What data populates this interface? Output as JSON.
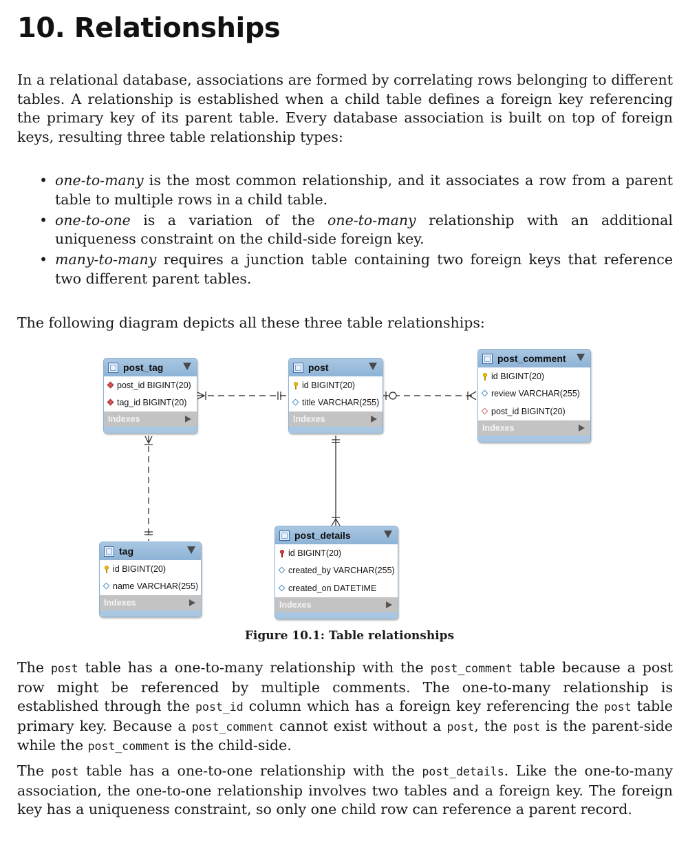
{
  "heading": "10. Relationships",
  "intro": "In a relational database, associations are formed by correlating rows belonging to different tables. A relationship is established when a child table defines a foreign key referencing the primary key of its parent table. Every database association is built on top of foreign keys, resulting three table relationship types:",
  "bullets": [
    {
      "term": "one-to-many",
      "text": " is the most common relationship, and it associates a row from a parent table to multiple rows in a child table."
    },
    {
      "term": "one-to-one",
      "text_a": " is a variation of the ",
      "term2": "one-to-many",
      "text_b": " relationship with an additional uniqueness constraint on the child-side foreign key."
    },
    {
      "term": "many-to-many",
      "text": " requires a junction table containing two foreign keys that reference two different parent tables."
    }
  ],
  "diagram_intro": "The following diagram depicts all these three table relationships:",
  "diagram": {
    "indexes_label": "Indexes",
    "tables": {
      "post_tag": {
        "name": "post_tag",
        "columns": [
          "post_id BIGINT(20)",
          "tag_id BIGINT(20)"
        ]
      },
      "post": {
        "name": "post",
        "columns": [
          "id BIGINT(20)",
          "title VARCHAR(255)"
        ]
      },
      "post_comment": {
        "name": "post_comment",
        "columns": [
          "id BIGINT(20)",
          "review VARCHAR(255)",
          "post_id BIGINT(20)"
        ]
      },
      "tag": {
        "name": "tag",
        "columns": [
          "id BIGINT(20)",
          "name VARCHAR(255)"
        ]
      },
      "post_details": {
        "name": "post_details",
        "columns": [
          "id BIGINT(20)",
          "created_by VARCHAR(255)",
          "created_on DATETIME"
        ]
      }
    }
  },
  "caption": "Figure 10.1: Table relationships",
  "para1": {
    "a": "The ",
    "c1": "post",
    "b": " table has a one-to-many relationship with the ",
    "c2": "post_comment",
    "c": " table because a post row might be referenced by multiple comments. The one-to-many relationship is established through the ",
    "c3": "post_id",
    "d": " column which has a foreign key referencing the ",
    "c4": "post",
    "e": " table primary key. Because a ",
    "c5": "post_comment",
    "f": " cannot exist without a ",
    "c6": "post",
    "g": ", the ",
    "c7": "post",
    "h": " is the parent-side while the ",
    "c8": "post_comment",
    "i": " is the child-side."
  },
  "para2": {
    "a": "The ",
    "c1": "post",
    "b": " table has a one-to-one relationship with the ",
    "c2": "post_details",
    "c": ". Like the one-to-many association, the one-to-one relationship involves two tables and a foreign key. The foreign key has a uniqueness constraint, so only one child row can reference a parent record."
  }
}
